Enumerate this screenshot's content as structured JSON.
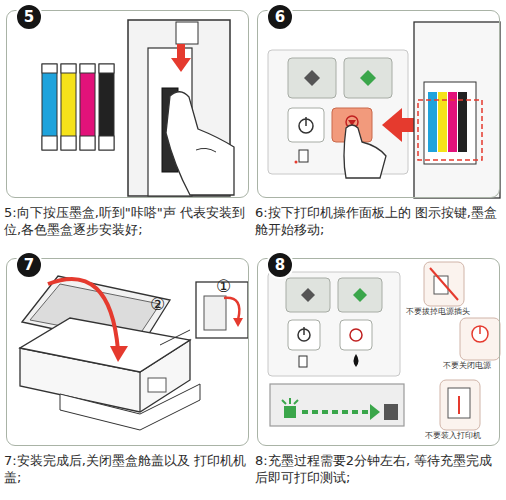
{
  "diagram": {
    "nodes": [
      {
        "text": [
          "5:向下按压墨盒,听到\"咔嗒\"声 代表安装到位,各色墨盒逐步安装好;"
        ]
      },
      {
        "text": [
          "5"
        ],
        "in": 0
      },
      {
        "text": [
          "6:按下打印机操作面板上的 图示按键,墨盒舱开始移动;"
        ]
      },
      {
        "text": [
          "6"
        ],
        "in": 2
      },
      {
        "text": [
          "7:安装完成后,关闭墨盒舱盖以及 打印机机盖;"
        ]
      },
      {
        "text": [
          "7"
        ],
        "in": 4
      },
      {
        "text": [
          "8:充墨过程需要2分钟左右, 等待充墨完成后即可打印测试;"
        ]
      },
      {
        "text": [
          "8"
        ],
        "in": 6
      }
    ],
    "labels": [
      "②",
      "①",
      "不要拔掉电源插头",
      "不要关闭电源",
      "不要装入打印机"
    ]
  }
}
